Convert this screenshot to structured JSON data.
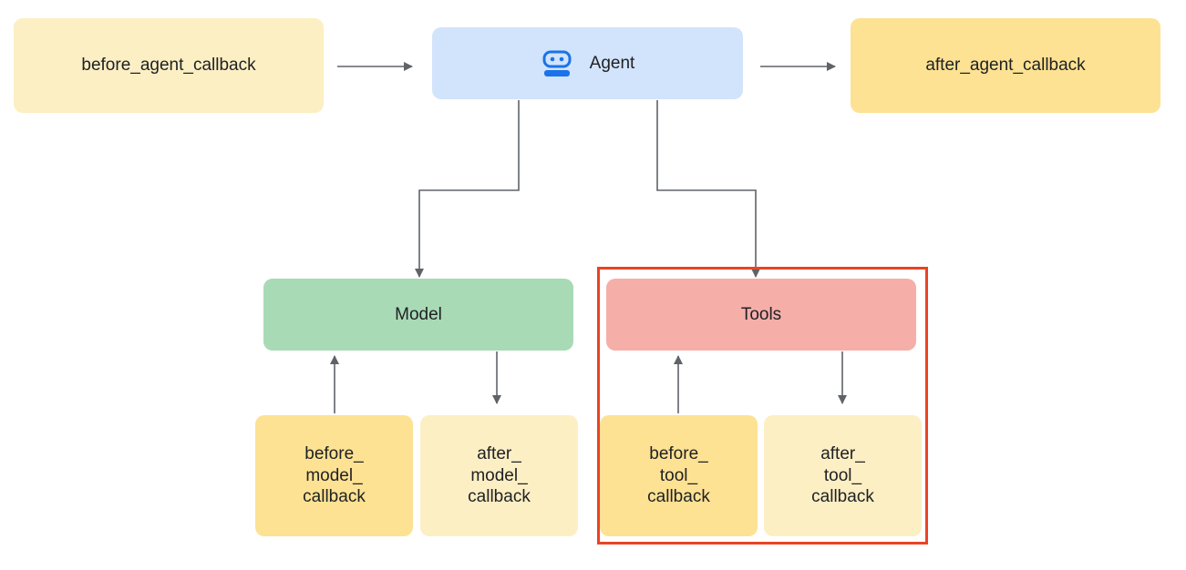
{
  "diagram": {
    "agent": {
      "label": "Agent",
      "icon": "robot-icon"
    },
    "before_agent": {
      "label": "before_agent_callback"
    },
    "after_agent": {
      "label": "after_agent_callback"
    },
    "model": {
      "label": "Model"
    },
    "tools": {
      "label": "Tools"
    },
    "before_model": {
      "lines": [
        "before_",
        "model_",
        "callback"
      ]
    },
    "after_model": {
      "lines": [
        "after_",
        "model_",
        "callback"
      ]
    },
    "before_tool": {
      "lines": [
        "before_",
        "tool_",
        "callback"
      ]
    },
    "after_tool": {
      "lines": [
        "after_",
        "tool_",
        "callback"
      ]
    }
  },
  "colors": {
    "pale_yellow": "#fcefc4",
    "yellow": "#fde293",
    "blue": "#d2e3fc",
    "green": "#a8dab5",
    "red": "#f6aea9",
    "highlight": "#ea4323",
    "arrow": "#5f6368",
    "icon": "#1a73e8"
  }
}
